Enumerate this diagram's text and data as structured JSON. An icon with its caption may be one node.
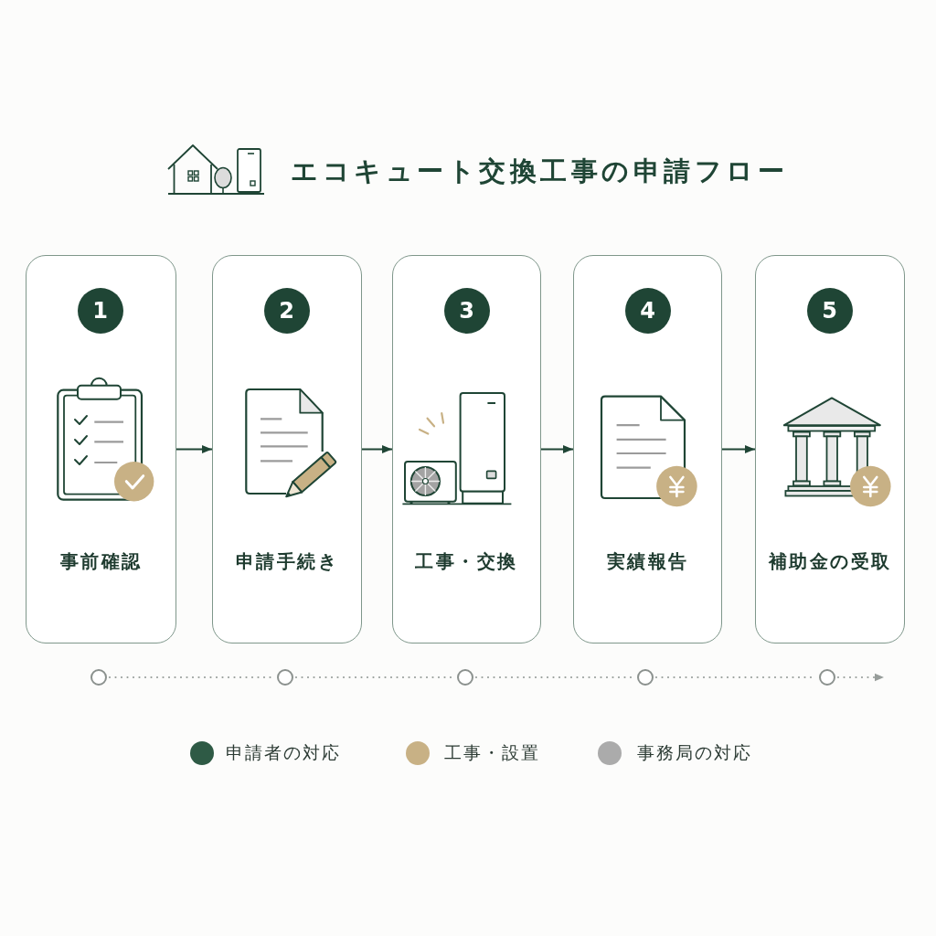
{
  "diagram": {
    "title": "エコキュート交換工事の申請フロー",
    "nodes": [
      {
        "text": [
          "事前確認"
        ]
      },
      {
        "text": [
          "1"
        ],
        "in": 0
      },
      {
        "text": [
          "申請手続き"
        ]
      },
      {
        "text": [
          "2"
        ],
        "in": 2
      },
      {
        "text": [
          "工事・交換"
        ]
      },
      {
        "text": [
          "3"
        ],
        "in": 4
      },
      {
        "text": [
          "実績報告"
        ]
      },
      {
        "text": [
          "4"
        ],
        "in": 6
      },
      {
        "text": [
          "補助金の受取"
        ]
      },
      {
        "text": [
          "5"
        ],
        "in": 8
      },
      {
        "text": [],
        "shape": "circle"
      },
      {
        "text": [],
        "shape": "circle"
      },
      {
        "text": [],
        "shape": "circle"
      },
      {
        "text": [],
        "shape": "circle"
      },
      {
        "text": [],
        "shape": "circle"
      }
    ],
    "edges": [
      {
        "from": 0,
        "to": 2,
        "arrow": "to",
        "color": "#1f4535"
      },
      {
        "from": 2,
        "to": 4,
        "arrow": "to",
        "color": "#1f4535"
      },
      {
        "from": 4,
        "to": 6,
        "arrow": "to",
        "color": "#1f4535"
      },
      {
        "from": 6,
        "to": 8,
        "arrow": "to",
        "color": "#1f4535"
      },
      {
        "from": 10,
        "to": 11,
        "arrow": "none",
        "style": "dashed"
      },
      {
        "from": 11,
        "to": 12,
        "arrow": "none",
        "style": "dashed"
      },
      {
        "from": 12,
        "to": 13,
        "arrow": "none",
        "style": "dashed"
      },
      {
        "from": 13,
        "to": 14,
        "arrow": "none",
        "style": "dashed"
      },
      {
        "from": 14,
        "to": null,
        "arrow": "to",
        "style": "dashed"
      }
    ],
    "legend": [
      {
        "text": "申請者の対応",
        "color": "#2e5a45"
      },
      {
        "text": "工事・設置",
        "color": "#c8b185"
      },
      {
        "text": "事務局の対応",
        "color": "#ababab"
      }
    ]
  }
}
